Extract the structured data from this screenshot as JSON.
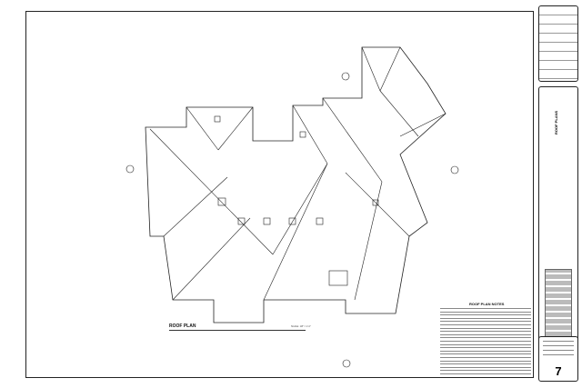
{
  "drawing": {
    "plan_title": "ROOF PLAN",
    "plan_scale": "SCALE: 1/8\" = 1'-0\"",
    "notes_title": "ROOF PLAN NOTES"
  },
  "title_block": {
    "sheet_title": "ROOF PLANS",
    "sheet_number": "7"
  },
  "colors": {
    "line": "#222222",
    "background": "#ffffff"
  }
}
